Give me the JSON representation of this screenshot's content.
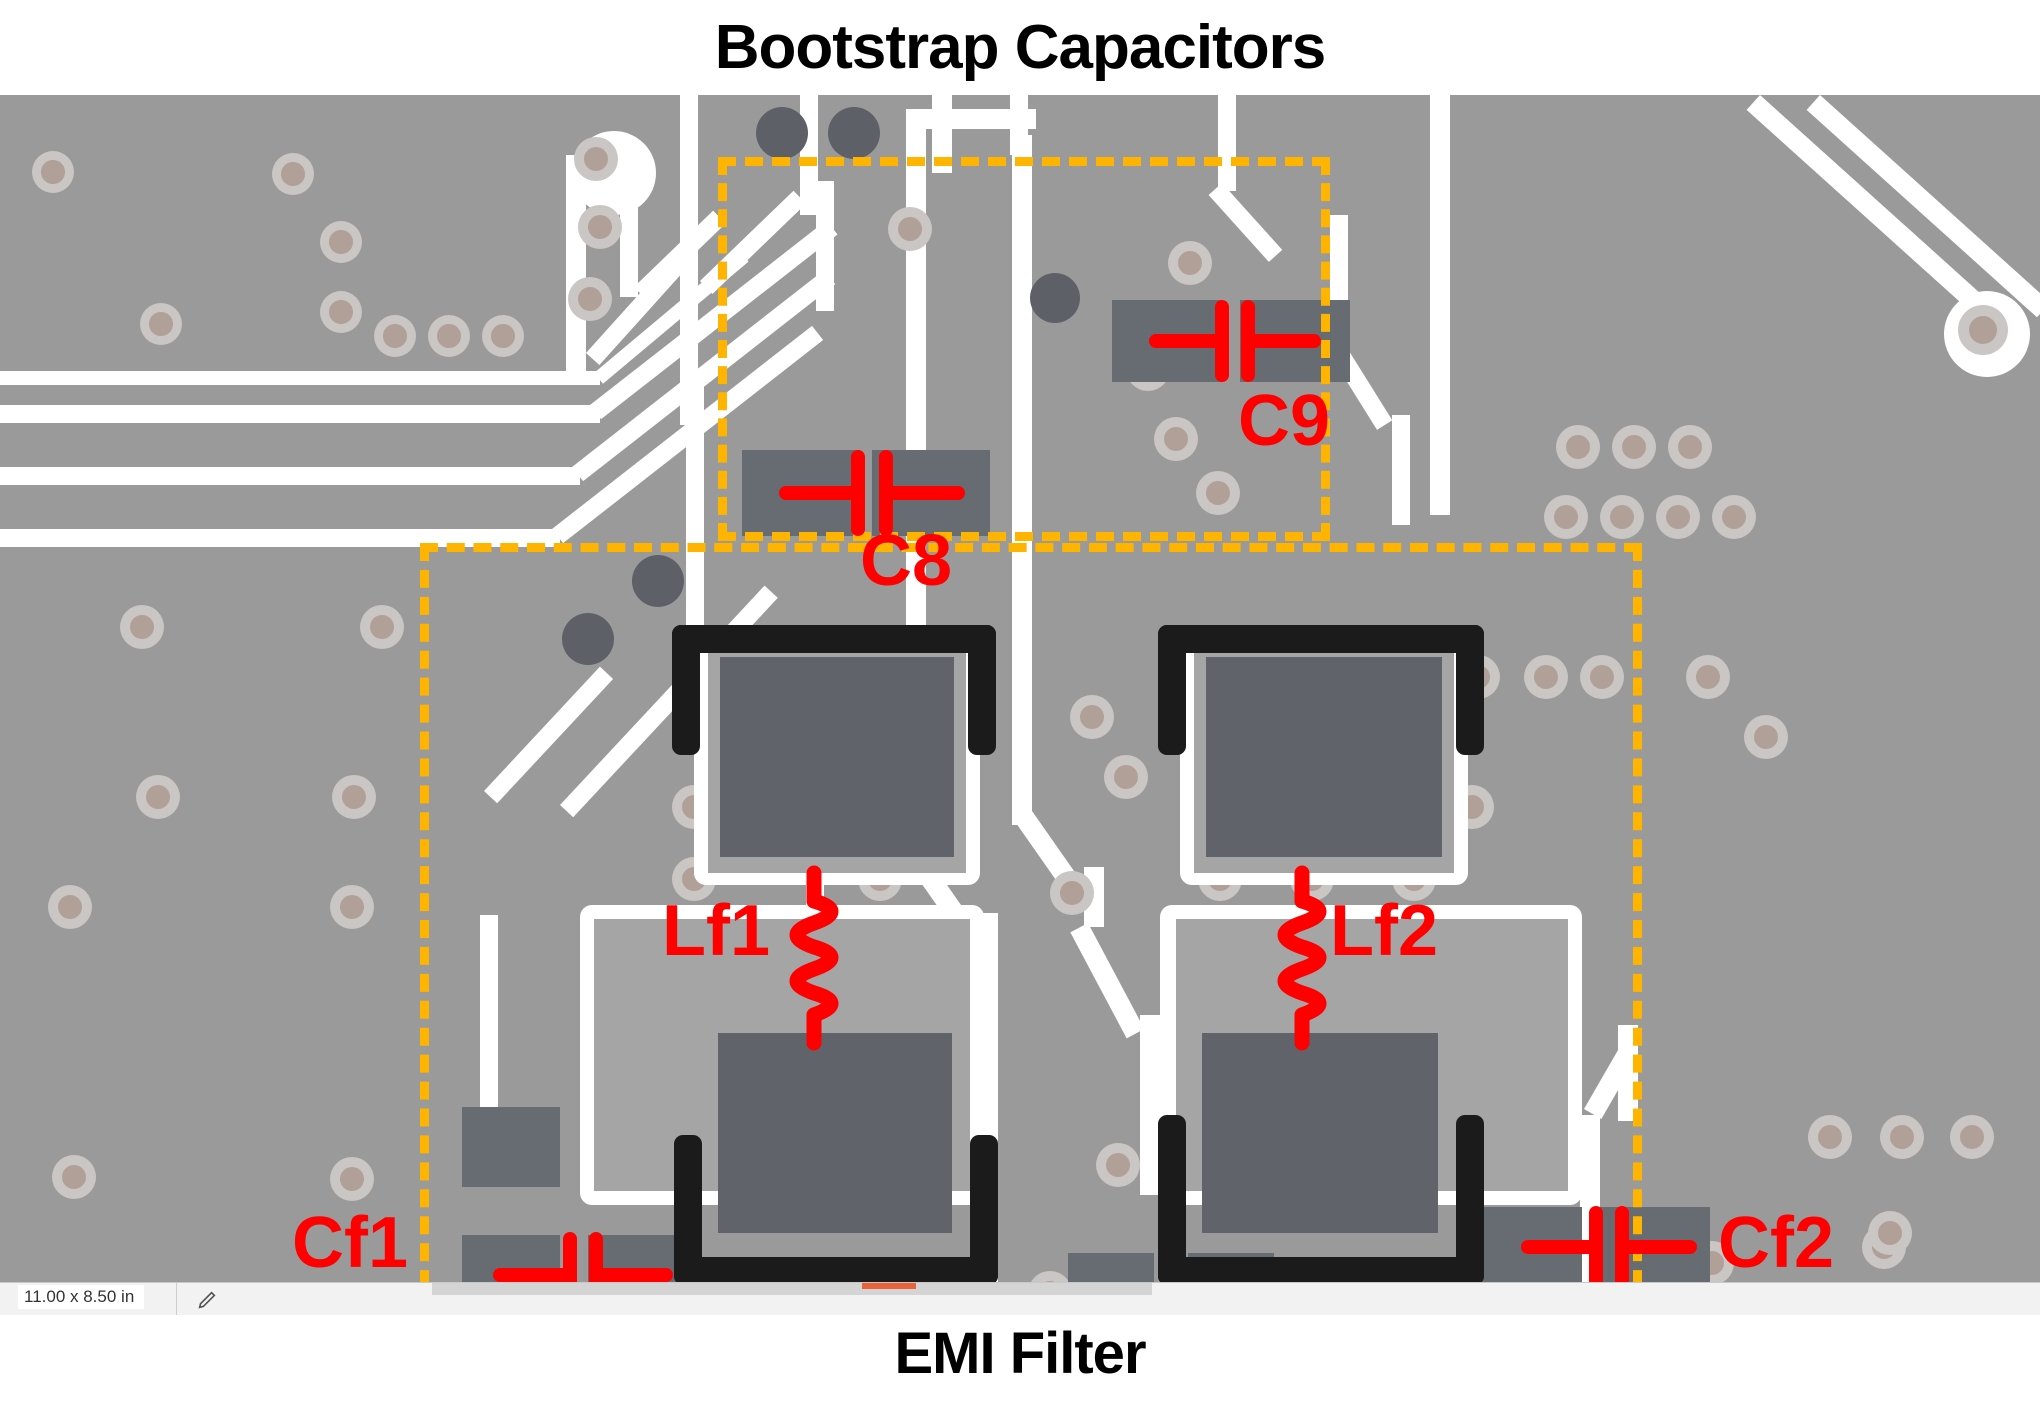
{
  "titles": {
    "top": "Bootstrap Capacitors",
    "bottom": "EMI Filter"
  },
  "annotations": {
    "components": [
      {
        "id": "c8",
        "label": "C8",
        "type": "capacitor",
        "symbol": "capacitor-symbol"
      },
      {
        "id": "c9",
        "label": "C9",
        "type": "capacitor",
        "symbol": "capacitor-symbol"
      },
      {
        "id": "lf1",
        "label": "Lf1",
        "type": "inductor",
        "symbol": "inductor-coil-symbol"
      },
      {
        "id": "lf2",
        "label": "Lf2",
        "type": "inductor",
        "symbol": "inductor-coil-symbol"
      },
      {
        "id": "cf1",
        "label": "Cf1",
        "type": "capacitor",
        "symbol": "capacitor-symbol"
      },
      {
        "id": "cf2",
        "label": "Cf2",
        "type": "capacitor",
        "symbol": "capacitor-symbol"
      }
    ],
    "regions": [
      {
        "id": "bootstrap-region",
        "title_ref": "Bootstrap Capacitors"
      },
      {
        "id": "emi-filter-region",
        "title_ref": "EMI Filter"
      }
    ]
  },
  "colors": {
    "annotation_red": "#FE0000",
    "region_box_amber": "#FFB400",
    "copper_pour": "#9A9A9A",
    "clearance_white": "#FFFFFF",
    "smd_pad": "#676B72",
    "inductor_pad": "#60646A",
    "silkscreen_black": "#1C1B1B",
    "via_ring": "#C9C6C4",
    "via_hole": "#B0A098",
    "title_text": "#000000"
  },
  "status_bar": {
    "board_size": "11.00 x 8.50 in",
    "pencil_icon": "pencil-icon"
  }
}
